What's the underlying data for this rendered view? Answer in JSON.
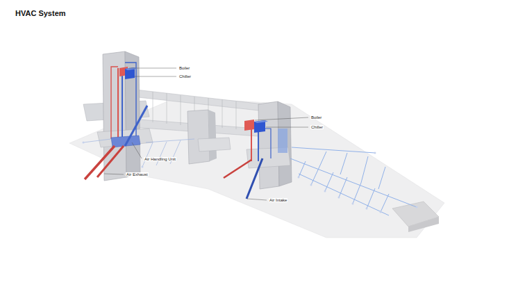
{
  "diagram": {
    "title": "HVAC System",
    "labels": [
      "Boiler",
      "Chiller",
      "Boiler",
      "Chiller",
      "Air Handling Unit",
      "Air Exhaust",
      "Air Intake"
    ]
  }
}
